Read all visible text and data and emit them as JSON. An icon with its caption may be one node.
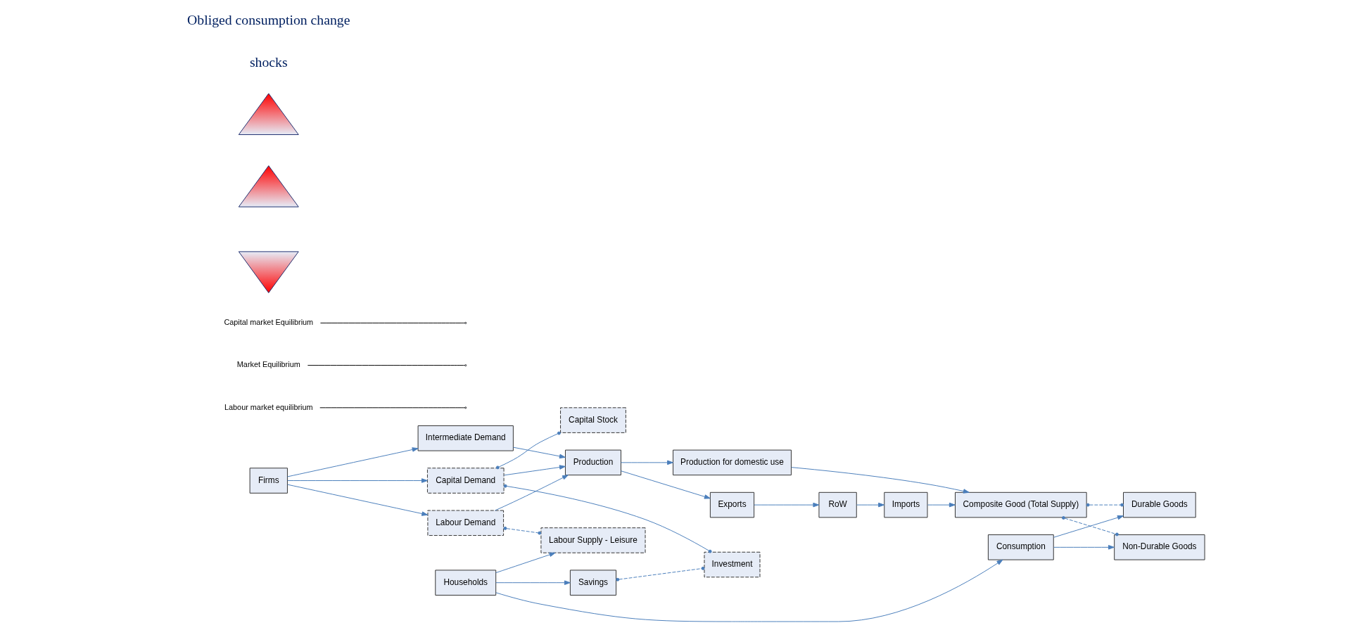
{
  "diagram": {
    "nodes": [
      {
        "text": [
          "Firms"
        ]
      },
      {
        "text": [
          "Labour Demand"
        ]
      },
      {
        "text": [
          "Intermediate Demand"
        ]
      },
      {
        "text": [
          "Capital Demand"
        ]
      },
      {
        "text": [
          "Production"
        ]
      },
      {
        "text": [
          "Production for domestic use"
        ]
      },
      {
        "text": [
          "Exports"
        ]
      },
      {
        "text": [
          "Imports"
        ]
      },
      {
        "text": [
          "RoW"
        ]
      },
      {
        "text": [
          "Composite Good (Total Supply)"
        ]
      },
      {
        "text": [
          "Durable Goods"
        ]
      },
      {
        "text": [
          "Non-Durable Goods"
        ]
      },
      {
        "text": [
          "Consumption"
        ]
      },
      {
        "text": [
          "Labour Supply - Leisure"
        ]
      },
      {
        "text": [
          "Savings"
        ]
      },
      {
        "text": [
          "Households"
        ]
      },
      {
        "text": [
          "Capital Stock"
        ]
      },
      {
        "text": [
          "Investment"
        ]
      },
      {
        "text": [
          "Labour market equilibrium"
        ]
      },
      {
        "text": [
          "Market Equilibrium"
        ]
      },
      {
        "text": [
          "Capital market Equilibrium"
        ]
      },
      {
        "text": [],
        "shape": "inverted-triangle"
      },
      {
        "text": [],
        "shape": "triangle"
      },
      {
        "text": [],
        "shape": "triangle"
      }
    ],
    "edges": [
      {
        "from": 0,
        "to": 1,
        "arrow": "to"
      },
      {
        "from": 0,
        "to": 2,
        "arrow": "to"
      },
      {
        "from": 0,
        "to": 3,
        "arrow": "to"
      },
      {
        "from": 1,
        "to": 4,
        "arrow": "to"
      },
      {
        "from": 2,
        "to": 4,
        "arrow": "to"
      },
      {
        "from": 3,
        "to": 4,
        "arrow": "to"
      },
      {
        "from": 1,
        "to": 13,
        "arrow": "other",
        "style": "dashed"
      },
      {
        "from": 4,
        "to": 5,
        "arrow": "to"
      },
      {
        "from": 4,
        "to": 6,
        "arrow": "to"
      },
      {
        "from": 6,
        "to": 8,
        "arrow": "to"
      },
      {
        "from": 8,
        "to": 7,
        "arrow": "to"
      },
      {
        "from": 5,
        "to": 9,
        "arrow": "to"
      },
      {
        "from": 7,
        "to": 9,
        "arrow": "to"
      },
      {
        "from": 9,
        "to": 10,
        "arrow": "other",
        "style": "dashed"
      },
      {
        "from": 9,
        "to": 11,
        "arrow": "other",
        "style": "dashed"
      },
      {
        "from": 12,
        "to": 10,
        "arrow": "to"
      },
      {
        "from": 12,
        "to": 11,
        "arrow": "to"
      },
      {
        "from": 15,
        "to": 13,
        "arrow": "to"
      },
      {
        "from": 15,
        "to": 12,
        "arrow": "to"
      },
      {
        "from": 15,
        "to": 14,
        "arrow": "to"
      },
      {
        "from": 14,
        "to": 17,
        "arrow": "other",
        "style": "dashed"
      },
      {
        "from": 3,
        "to": 16,
        "arrow": "other"
      },
      {
        "from": 3,
        "to": 17,
        "arrow": "other"
      },
      {
        "from": 18,
        "to": null,
        "arrow": "none",
        "color": "#000000"
      },
      {
        "from": 19,
        "to": null,
        "arrow": "none",
        "color": "#000000"
      },
      {
        "from": 20,
        "to": null,
        "arrow": "none",
        "color": "#000000"
      }
    ],
    "labels": [
      "shocks",
      "Obliged consumption change"
    ]
  }
}
